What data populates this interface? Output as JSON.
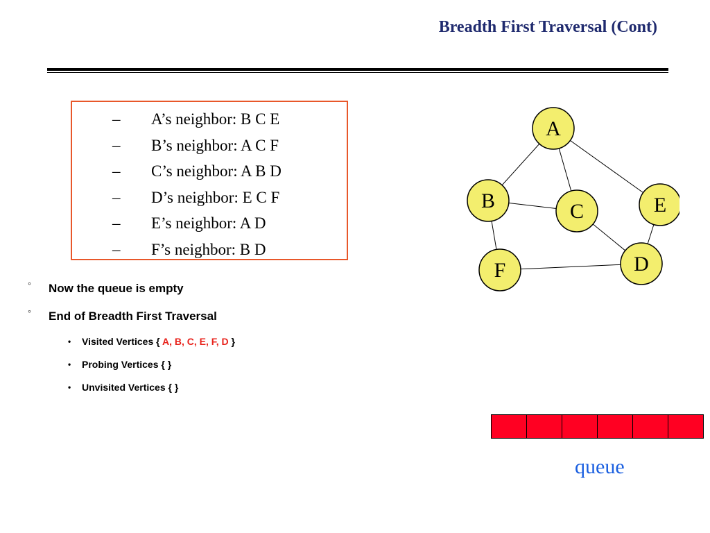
{
  "title": "Breadth First Traversal (Cont)",
  "neighbors": [
    {
      "bullet": "–",
      "text": "A’s neighbor: B C E"
    },
    {
      "bullet": "–",
      "text": "B’s neighbor: A C F"
    },
    {
      "bullet": "–",
      "text": "C’s neighbor: A B D"
    },
    {
      "bullet": "–",
      "text": "D’s neighbor: E C F"
    },
    {
      "bullet": "–",
      "text": "E’s neighbor: A D"
    },
    {
      "bullet": "–",
      "text": "F’s neighbor: B D"
    }
  ],
  "main_bullets": [
    {
      "bullet": "◦",
      "text": "Now the queue is empty"
    },
    {
      "bullet": "◦",
      "text": "End of Breadth First Traversal"
    }
  ],
  "sub_bullets": {
    "dot": "•",
    "visited_label": "Visited Vertices  { ",
    "visited_values": "A, B, C, E, F, D ",
    "visited_close": "}",
    "probing": "Probing Vertices { }",
    "unvisited": "Unvisited Vertices { }"
  },
  "graph": {
    "nodes": [
      {
        "id": "A",
        "label": "A"
      },
      {
        "id": "B",
        "label": "B"
      },
      {
        "id": "C",
        "label": "C"
      },
      {
        "id": "D",
        "label": "D"
      },
      {
        "id": "E",
        "label": "E"
      },
      {
        "id": "F",
        "label": "F"
      }
    ],
    "edges": [
      [
        "A",
        "B"
      ],
      [
        "A",
        "C"
      ],
      [
        "A",
        "E"
      ],
      [
        "B",
        "C"
      ],
      [
        "B",
        "F"
      ],
      [
        "C",
        "D"
      ],
      [
        "E",
        "D"
      ],
      [
        "F",
        "D"
      ]
    ],
    "node_fill": "#f3ee6e",
    "edge_color": "#000000"
  },
  "queue": {
    "cells": 6,
    "cell_color": "#ff0022",
    "label": "queue"
  },
  "colors": {
    "title": "#1f2a6e",
    "box_border": "#e8572a",
    "highlight": "#e8221b",
    "queue_label": "#1a5fe0"
  }
}
